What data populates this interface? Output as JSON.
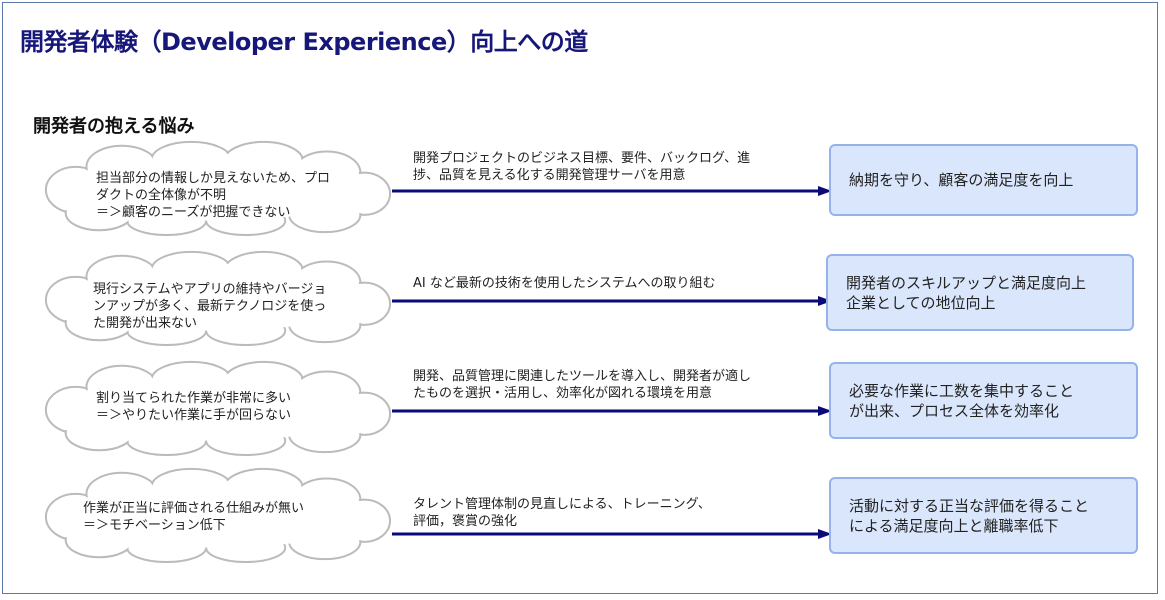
{
  "title": "開発者体験（Developer Experience）向上への道",
  "subtitle": "開発者の抱える悩み",
  "colors": {
    "title": "#17177a",
    "arrow": "#0a0a78",
    "box_fill": "#dae6fb",
    "box_border": "#93b3ea",
    "cloud_border": "#bbbbbb"
  },
  "rows": [
    {
      "problem": "担当部分の情報しか見えないため、プロ\nダクトの全体像が不明\n＝＞顧客のニーズが把握できない",
      "action": "開発プロジェクトのビジネス目標、要件、バックログ、進\n捗、品質を見える化する開発管理サーバを用意",
      "result": "納期を守り、顧客の満足度を向上"
    },
    {
      "problem": "現行システムやアプリの維持やバージョ\nンアップが多く、最新テクノロジを使っ\nた開発が出来ない",
      "action": "AI など最新の技術を使用したシステムへの取り組む",
      "result": "開発者のスキルアップと満足度向上\n企業としての地位向上"
    },
    {
      "problem": "割り当てられた作業が非常に多い\n＝＞やりたい作業に手が回らない",
      "action": "開発、品質管理に関連したツールを導入し、開発者が適し\nたものを選択・活用し、効率化が図れる環境を用意",
      "result": "必要な作業に工数を集中すること\nが出来、プロセス全体を効率化"
    },
    {
      "problem": "作業が正当に評価される仕組みが無い\n＝＞モチベーション低下",
      "action": "タレント管理体制の見直しによる、トレーニング、\n評価，褒賞の強化",
      "result": "活動に対する正当な評価を得ること\nによる満足度向上と離職率低下"
    }
  ]
}
